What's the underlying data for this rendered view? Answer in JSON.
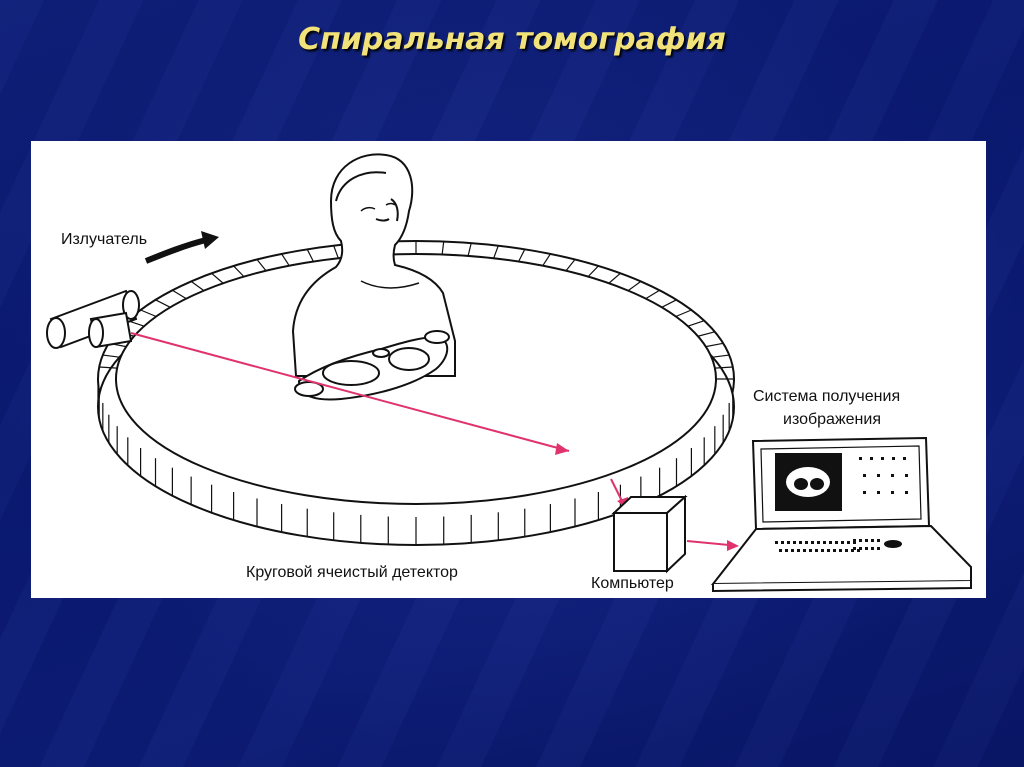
{
  "title": "Спиральная томография",
  "diagram": {
    "labels": {
      "emitter": "Излучатель",
      "imaging_system_line1": "Система получения",
      "imaging_system_line2": "изображения",
      "detector": "Круговой ячеистый детектор",
      "computer": "Компьютер"
    },
    "colors": {
      "beam": "#e0336e",
      "background": "#0c1c76",
      "title": "#f2e27a"
    }
  }
}
